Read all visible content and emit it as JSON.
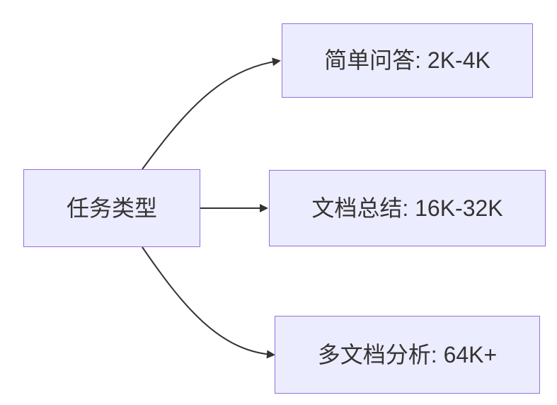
{
  "diagram": {
    "type": "flowchart",
    "direction": "left-to-right",
    "root": {
      "label": "任务类型"
    },
    "branches": [
      {
        "label": "简单问答: 2K-4K"
      },
      {
        "label": "文档总结: 16K-32K"
      },
      {
        "label": "多文档分析: 64K+"
      }
    ],
    "edges": [
      {
        "from": "任务类型",
        "to": "简单问答: 2K-4K"
      },
      {
        "from": "任务类型",
        "to": "文档总结: 16K-32K"
      },
      {
        "from": "任务类型",
        "to": "多文档分析: 64K+"
      }
    ],
    "colors": {
      "node_fill": "#ECECFF",
      "node_border": "#9370DB",
      "edge": "#333333",
      "text": "#333333"
    }
  }
}
